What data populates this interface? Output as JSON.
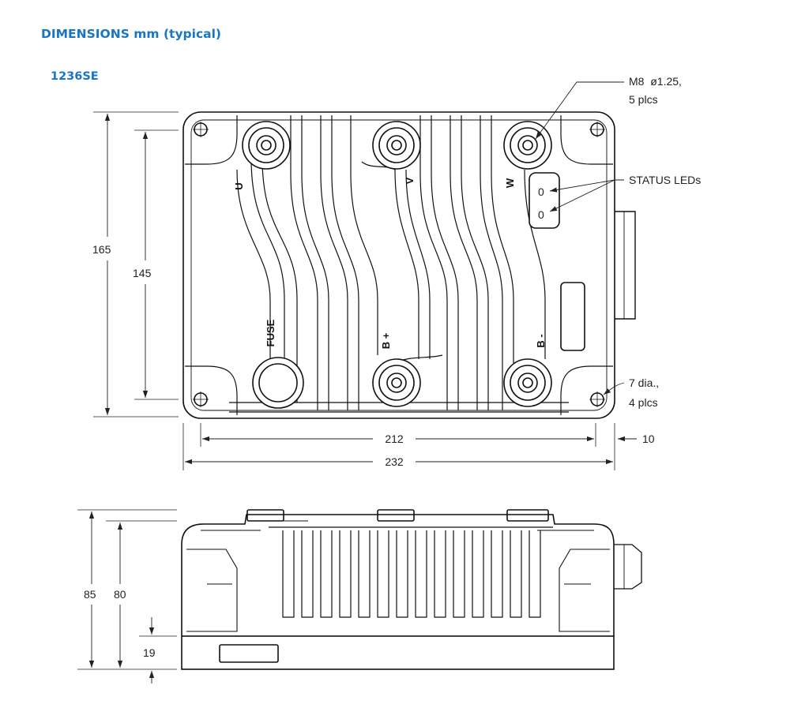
{
  "header": {
    "title": "DIMENSIONS mm (typical)",
    "model": "1236SE"
  },
  "top_view": {
    "dimensions": {
      "overall_height": "165",
      "hole_spacing_height": "145",
      "hole_spacing_width": "212",
      "overall_width": "232",
      "connector_protrusion": "10"
    },
    "callouts": {
      "terminal_thread_line1": "M8  ø1.25,",
      "terminal_thread_line2": "5 plcs",
      "status_leds": "STATUS LEDs",
      "mounting_holes_line1": "7 dia.,",
      "mounting_holes_line2": "4 plcs"
    },
    "terminal_labels": {
      "u": "U",
      "v": "V",
      "w": "W",
      "fuse": "FUSE",
      "b_plus": "B +",
      "b_minus": "B -"
    },
    "led_labels": [
      "0",
      "0"
    ]
  },
  "side_view": {
    "dimensions": {
      "overall_height": "85",
      "body_height": "80",
      "base_height": "19"
    }
  }
}
